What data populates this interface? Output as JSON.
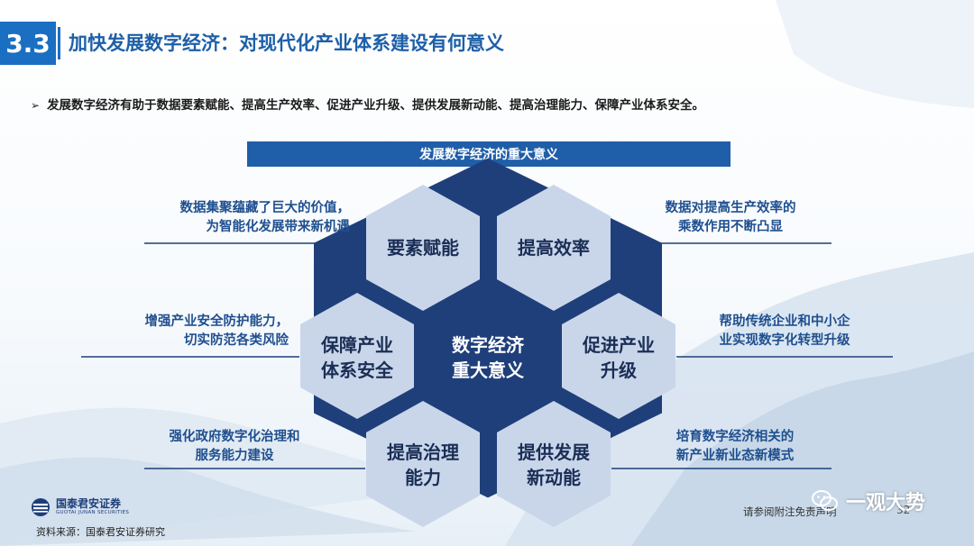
{
  "header": {
    "section_number": "3.3",
    "title": "加快发展数字经济：对现代化产业体系建设有何意义"
  },
  "bullet": "发展数字经济有助于数据要素赋能、提高生产效率、促进产业升级、提供发展新动能、提高治理能力、保障产业体系安全。",
  "diagram": {
    "header": "发展数字经济的重大意义",
    "center": [
      "数字经济",
      "重大意义"
    ],
    "hexes": {
      "top_left": [
        "要素赋能"
      ],
      "top_right": [
        "提高效率"
      ],
      "mid_left": [
        "保障产业",
        "体系安全"
      ],
      "mid_right": [
        "促进产业",
        "升级"
      ],
      "bottom_left": [
        "提高治理",
        "能力"
      ],
      "bottom_right": [
        "提供发展",
        "新动能"
      ]
    },
    "annotations": {
      "top_left": [
        "数据集聚蕴藏了巨大的价值，",
        "为智能化发展带来新机遇"
      ],
      "top_right": [
        "数据对提高生产效率的",
        "乘数作用不断凸显"
      ],
      "mid_left": [
        "增强产业安全防护能力，",
        "切实防范各类风险"
      ],
      "mid_right": [
        "帮助传统企业和中小企",
        "业实现数字化转型升级"
      ],
      "bottom_left": [
        "强化政府数字化治理和",
        "服务能力建设"
      ],
      "bottom_right": [
        "培育数字经济相关的",
        "新产业新业态新模式"
      ]
    }
  },
  "footer": {
    "logo_cn": "国泰君安证券",
    "logo_en": "GUOTAI JUNAN SECURITIES",
    "source": "资料来源：国泰君安证券研究",
    "disclaimer": "请参阅附注免责声明",
    "page_number": "32",
    "watermark": "一观大势"
  },
  "colors": {
    "primary": "#1b6fc2",
    "dark_blue": "#1f3f7a",
    "hex_fill": "#c9d6ea",
    "annotation_text": "#1f4f8f"
  }
}
